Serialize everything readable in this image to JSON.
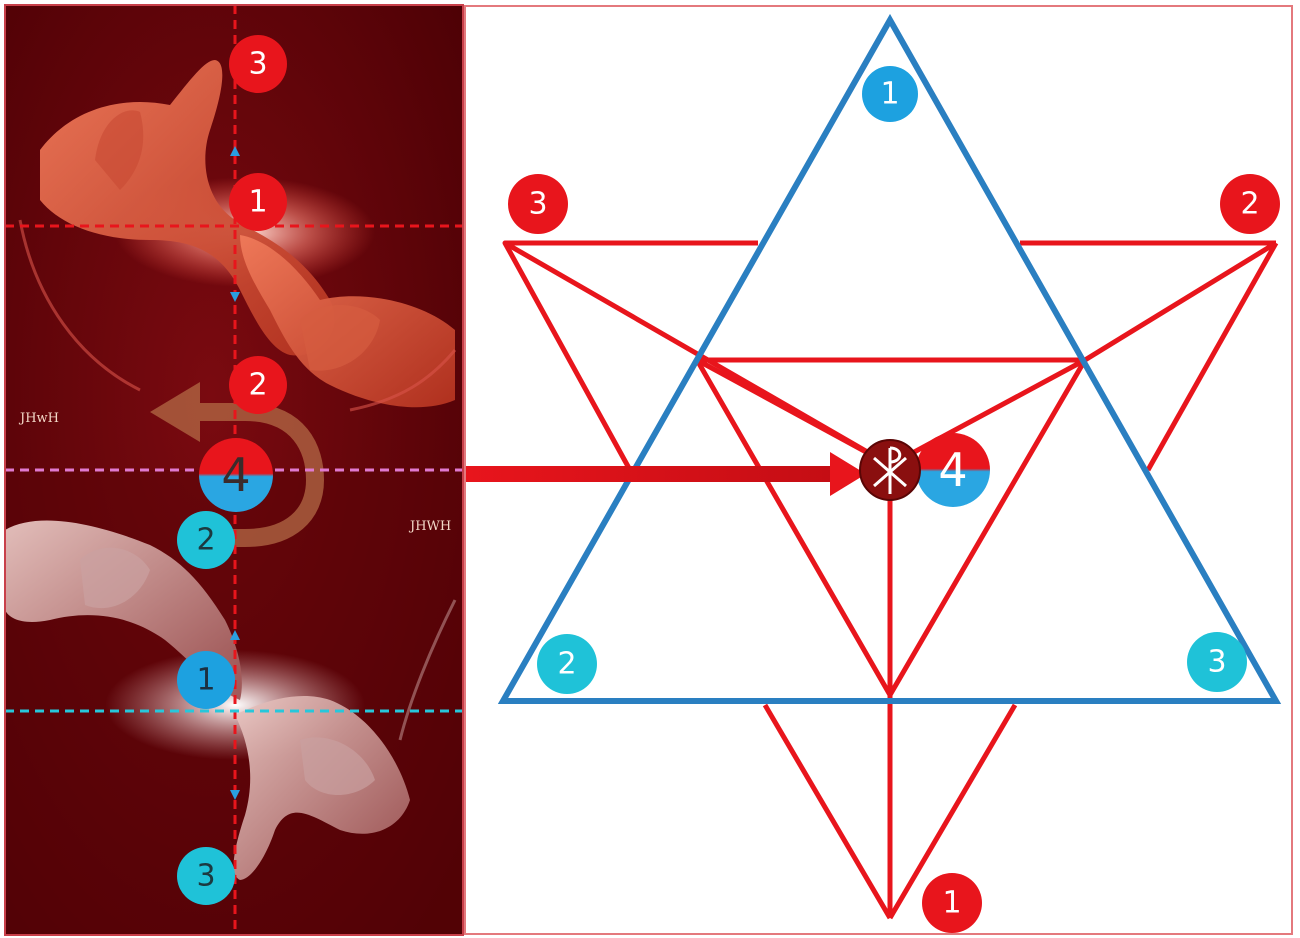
{
  "colors": {
    "red": "#e8151c",
    "blue": "#2a7fc1",
    "cyan": "#1fc2d8",
    "sky": "#1da1e0",
    "panel_dark": "#560006",
    "arrow_brown": "#b36a45",
    "magenta_dash": "#e07ad0",
    "cyan_dash": "#27c7db"
  },
  "left_panel": {
    "signature_left": "JHwH",
    "signature_right": "JHWH",
    "labels": {
      "top_3": "3",
      "top_1": "1",
      "top_2": "2",
      "center_4": "4",
      "bottom_2": "2",
      "bottom_1": "1",
      "bottom_3": "3"
    }
  },
  "right_panel": {
    "labels": {
      "blue_top": "1",
      "red_left": "3",
      "red_right": "2",
      "center": "4",
      "cyan_left": "2",
      "cyan_right": "3",
      "red_bottom": "1"
    },
    "center_icon": "chi-rho-icon"
  }
}
